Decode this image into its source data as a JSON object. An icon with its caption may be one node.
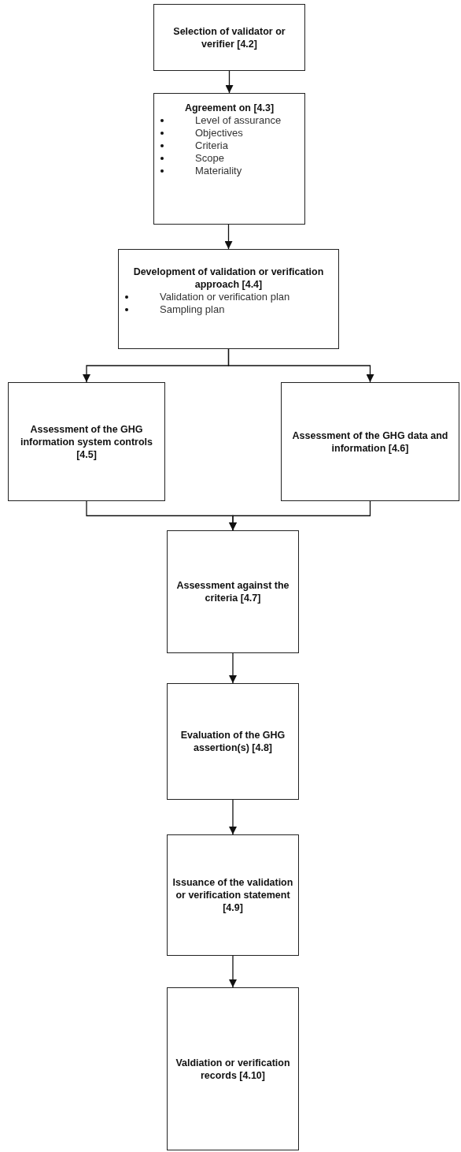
{
  "diagram": {
    "nodes": [
      {
        "text": [
          "Selection of validator or verifier [4.2]"
        ]
      },
      {
        "text": [
          "Agreement on [4.3]",
          "Level of assurance",
          "Objectives",
          "Criteria",
          "Scope",
          "Materiality"
        ]
      },
      {
        "text": [
          "Development of validation or verification approach [4.4]",
          "Validation or verification plan",
          "Sampling plan"
        ]
      },
      {
        "text": [
          "Assessment of the GHG information system controls [4.5]"
        ]
      },
      {
        "text": [
          "Assessment of the GHG data and information [4.6]"
        ]
      },
      {
        "text": [
          "Assessment against the criteria [4.7]"
        ]
      },
      {
        "text": [
          "Evaluation of the GHG assertion(s) [4.8]"
        ]
      },
      {
        "text": [
          "Issuance of the validation or verification statement [4.9]"
        ]
      },
      {
        "text": [
          "Valdiation or verification records [4.10]"
        ]
      }
    ],
    "edges": [
      {
        "from": 0,
        "to": 1,
        "arrow": "to"
      },
      {
        "from": 1,
        "to": 2,
        "arrow": "to"
      },
      {
        "from": 2,
        "to": 3,
        "arrow": "to"
      },
      {
        "from": 2,
        "to": 4,
        "arrow": "to"
      },
      {
        "from": 3,
        "to": 5,
        "arrow": "to"
      },
      {
        "from": 4,
        "to": 5,
        "arrow": "to"
      },
      {
        "from": 5,
        "to": 6,
        "arrow": "to"
      },
      {
        "from": 6,
        "to": 7,
        "arrow": "to"
      },
      {
        "from": 7,
        "to": 8,
        "arrow": "to"
      }
    ]
  }
}
